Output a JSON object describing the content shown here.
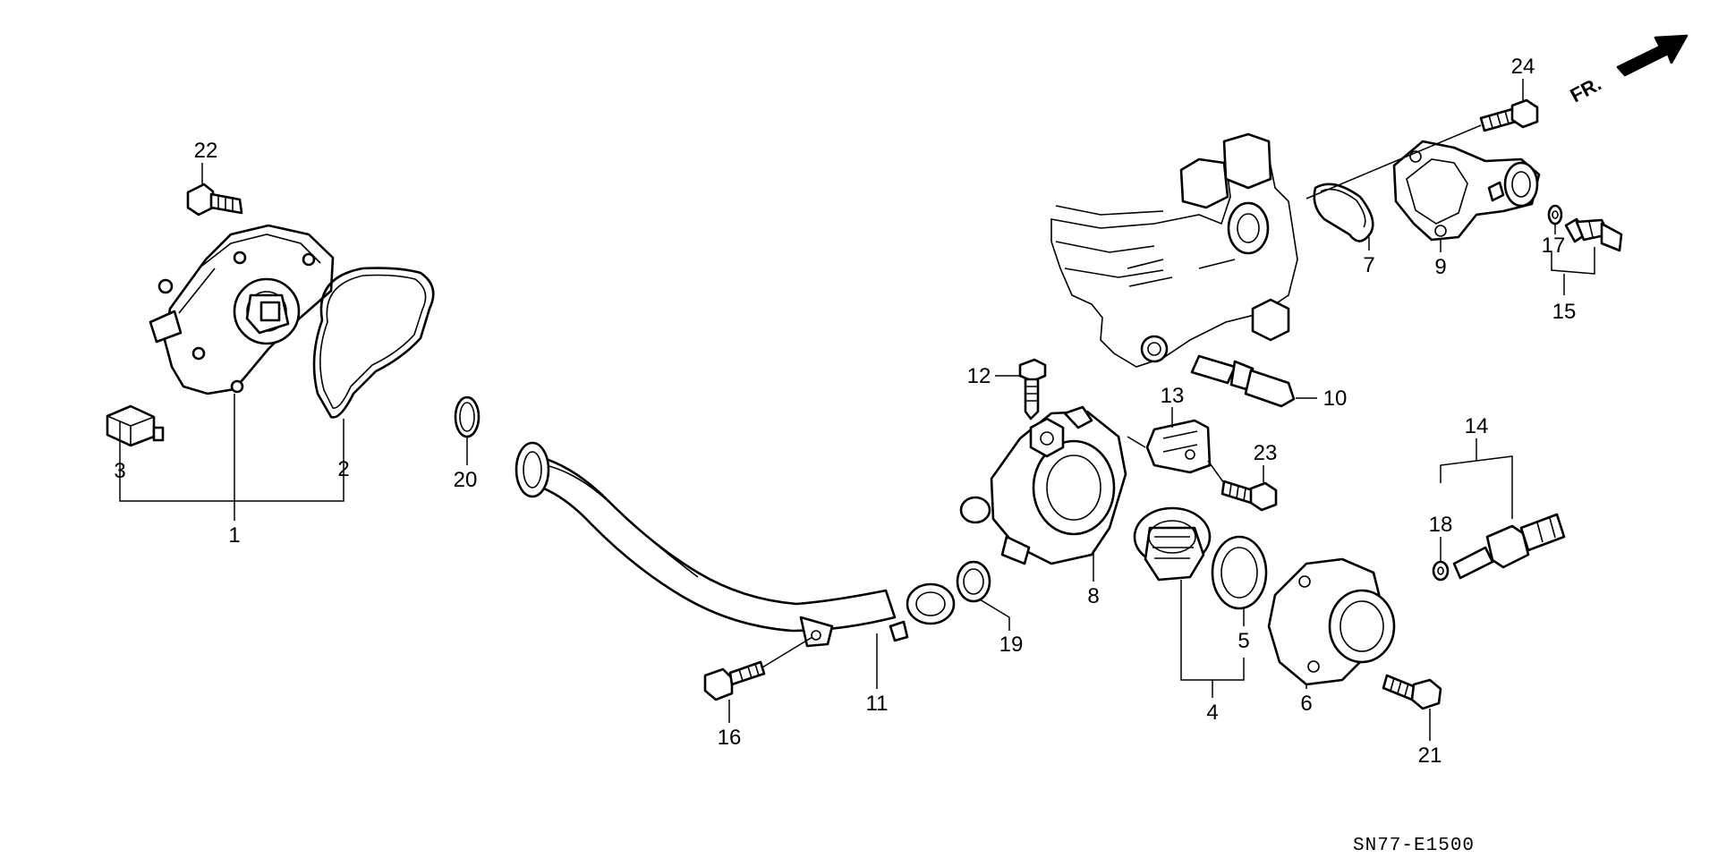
{
  "diagram": {
    "reference_code": "SN77-E1500",
    "front_label": "FR.",
    "callouts": [
      {
        "id": "c1",
        "text": "1"
      },
      {
        "id": "c2",
        "text": "2"
      },
      {
        "id": "c3",
        "text": "3"
      },
      {
        "id": "c4",
        "text": "4"
      },
      {
        "id": "c5",
        "text": "5"
      },
      {
        "id": "c6",
        "text": "6"
      },
      {
        "id": "c7",
        "text": "7"
      },
      {
        "id": "c8",
        "text": "8"
      },
      {
        "id": "c9",
        "text": "9"
      },
      {
        "id": "c10",
        "text": "10"
      },
      {
        "id": "c11",
        "text": "11"
      },
      {
        "id": "c12",
        "text": "12"
      },
      {
        "id": "c13",
        "text": "13"
      },
      {
        "id": "c14",
        "text": "14"
      },
      {
        "id": "c15",
        "text": "15"
      },
      {
        "id": "c16",
        "text": "16"
      },
      {
        "id": "c17",
        "text": "17"
      },
      {
        "id": "c18",
        "text": "18"
      },
      {
        "id": "c19",
        "text": "19"
      },
      {
        "id": "c20",
        "text": "20"
      },
      {
        "id": "c21",
        "text": "21"
      },
      {
        "id": "c22",
        "text": "22"
      },
      {
        "id": "c23",
        "text": "23"
      },
      {
        "id": "c24",
        "text": "24"
      }
    ]
  }
}
